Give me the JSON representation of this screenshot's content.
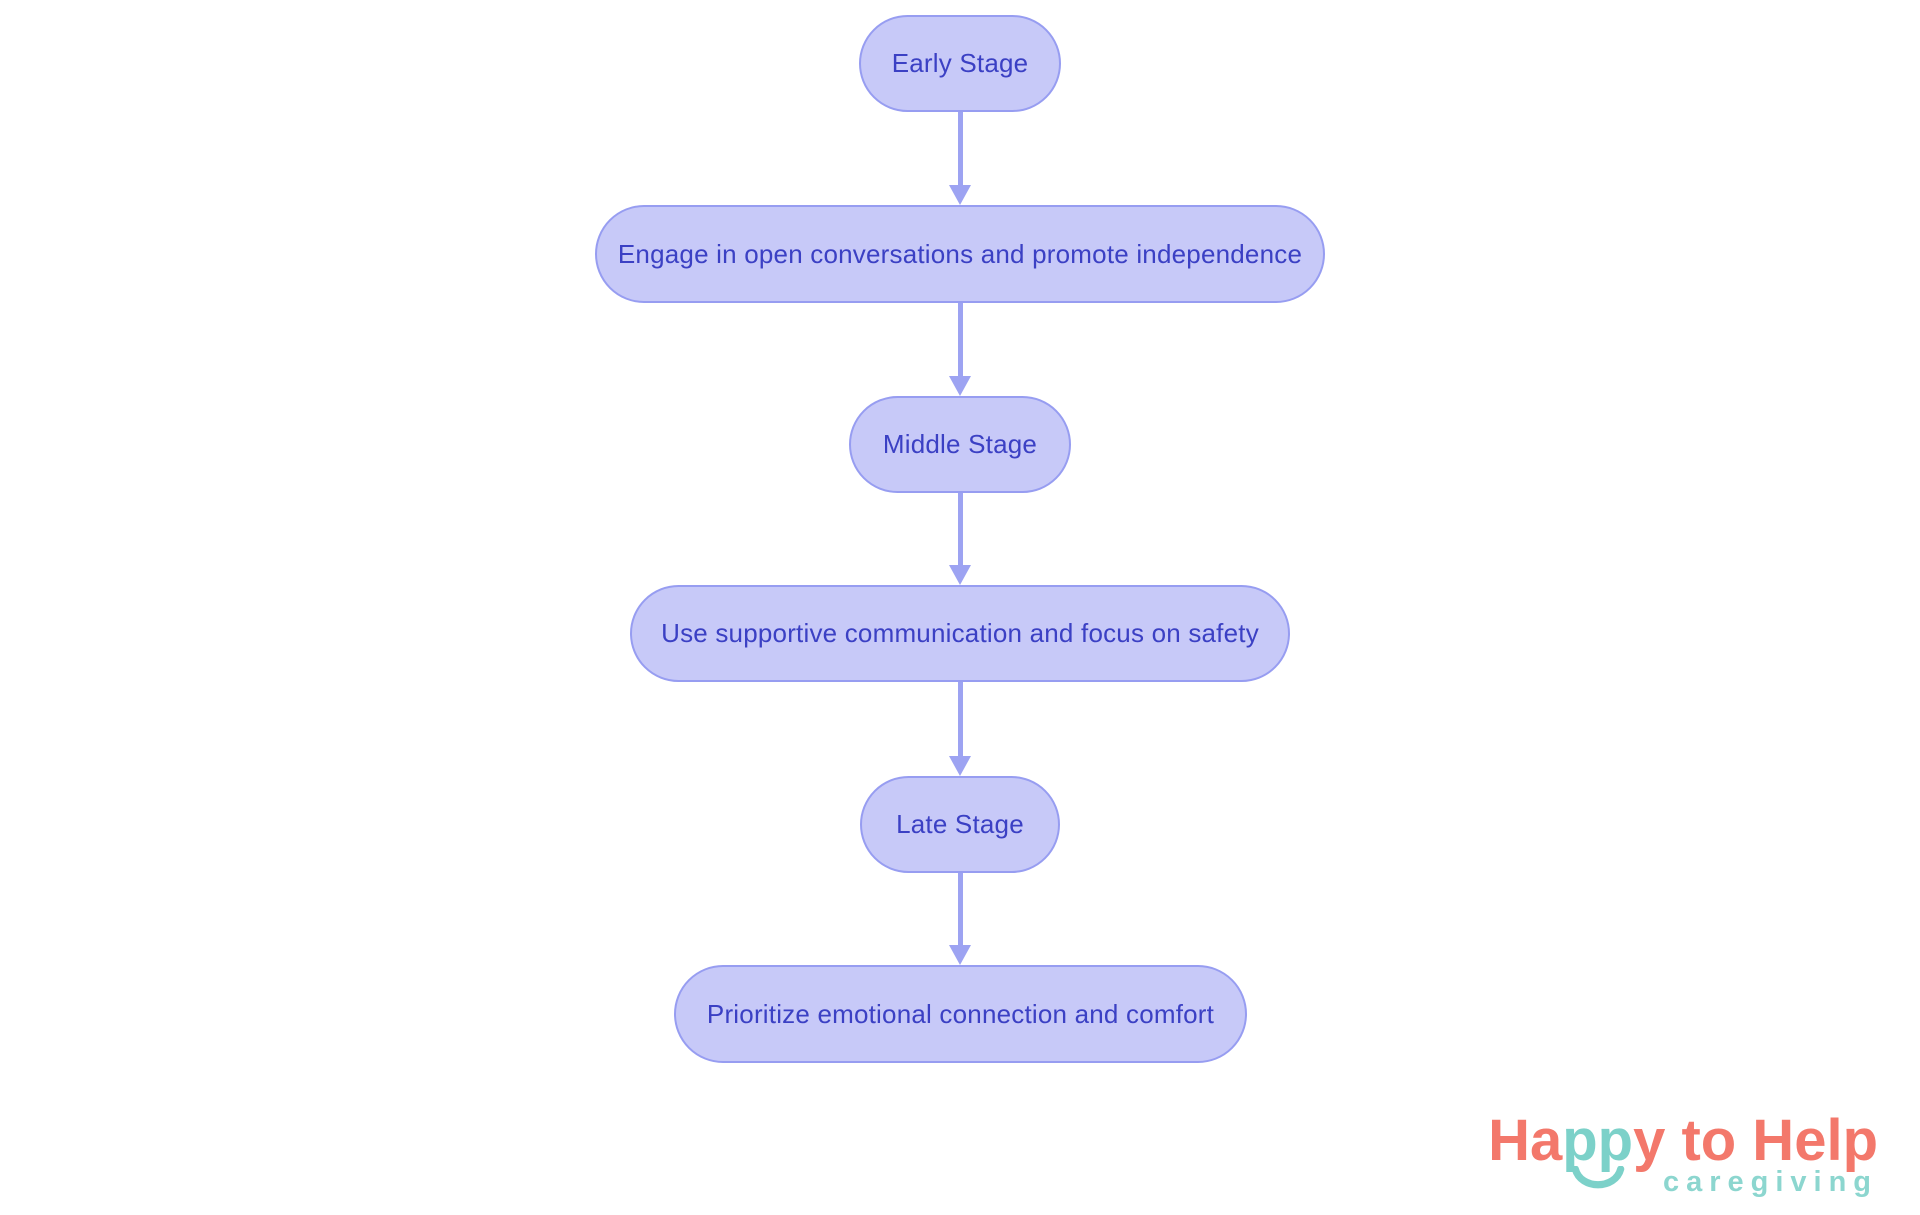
{
  "flowchart": {
    "nodes": [
      {
        "label": "Early Stage",
        "kind": "stage"
      },
      {
        "label": "Engage in open conversations and promote independence",
        "kind": "action"
      },
      {
        "label": "Middle Stage",
        "kind": "stage"
      },
      {
        "label": "Use supportive communication and focus on safety",
        "kind": "action"
      },
      {
        "label": "Late Stage",
        "kind": "stage"
      },
      {
        "label": "Prioritize emotional connection and comfort",
        "kind": "action"
      }
    ],
    "edges": [
      {
        "from": 0,
        "to": 1
      },
      {
        "from": 1,
        "to": 2
      },
      {
        "from": 2,
        "to": 3
      },
      {
        "from": 3,
        "to": 4
      },
      {
        "from": 4,
        "to": 5
      }
    ]
  },
  "logo": {
    "wordmark": {
      "prefix": "Ha",
      "pp": "pp",
      "suffix": "y to Help"
    },
    "tagline": "caregiving",
    "smile_icon": "smile-arc-icon"
  },
  "colors": {
    "background": "#ffffff",
    "node_fill": "#c7c9f8",
    "node_border": "#979df1",
    "node_text": "#3b40c4",
    "arrow": "#9da3f2",
    "logo_coral": "#f3786b",
    "logo_teal": "#7cd1c9",
    "logo_tagline_teal": "#8cd6cf"
  }
}
